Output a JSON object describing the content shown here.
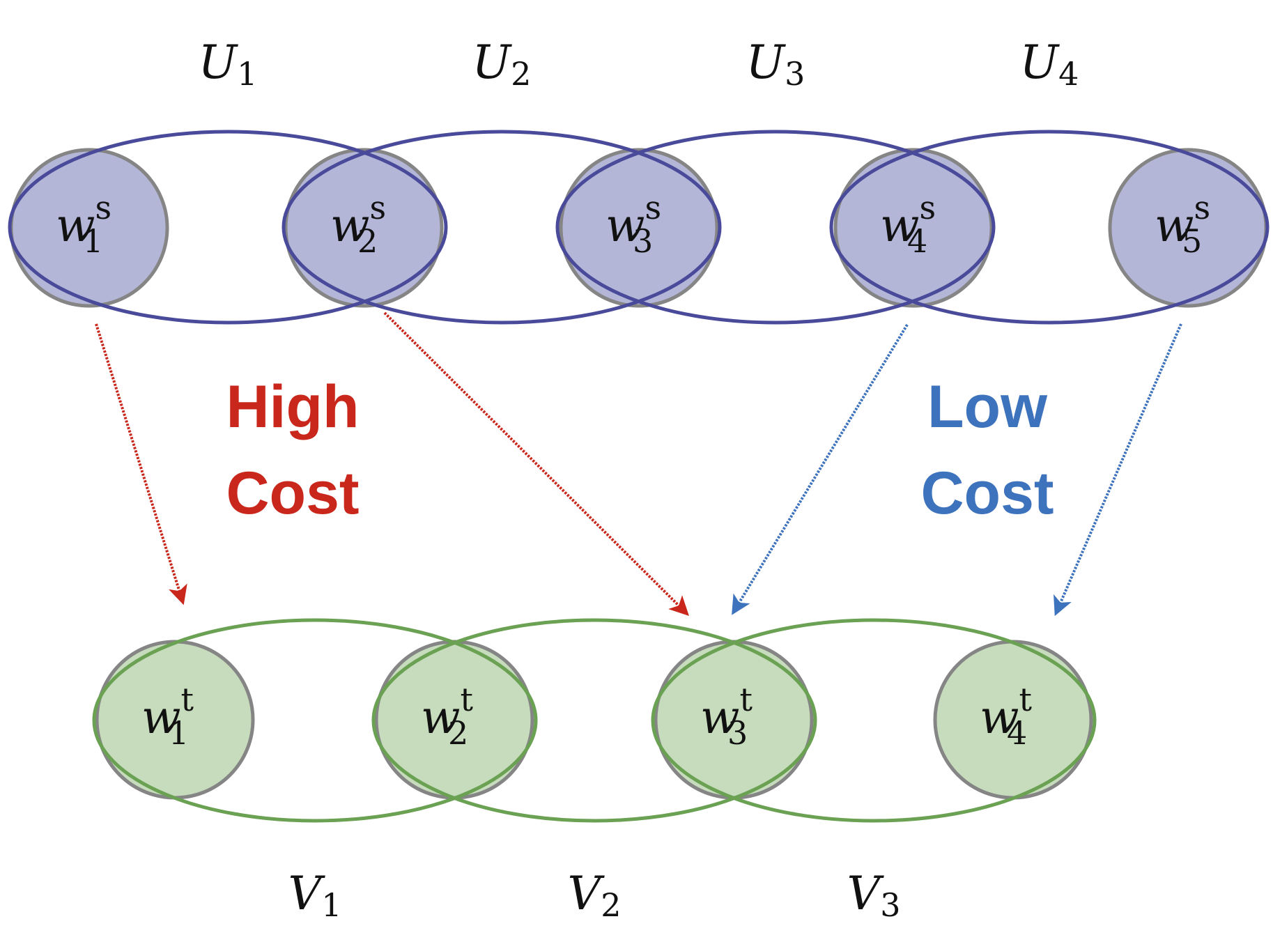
{
  "colors": {
    "source_fill": "#b4b6d8",
    "source_ring": "#4a4a9b",
    "target_fill": "#c6dcbc",
    "target_ring": "#6aa153",
    "node_border": "#858585",
    "high_cost": "#c9271b",
    "low_cost": "#3d72bc"
  },
  "source_groups": [
    {
      "base": "U",
      "sub": "1"
    },
    {
      "base": "U",
      "sub": "2"
    },
    {
      "base": "U",
      "sub": "3"
    },
    {
      "base": "U",
      "sub": "4"
    }
  ],
  "source_words": [
    {
      "base": "w",
      "sup": "s",
      "sub": "1"
    },
    {
      "base": "w",
      "sup": "s",
      "sub": "2"
    },
    {
      "base": "w",
      "sup": "s",
      "sub": "3"
    },
    {
      "base": "w",
      "sup": "s",
      "sub": "4"
    },
    {
      "base": "w",
      "sup": "s",
      "sub": "5"
    }
  ],
  "target_words": [
    {
      "base": "w",
      "sup": "t",
      "sub": "1"
    },
    {
      "base": "w",
      "sup": "t",
      "sub": "2"
    },
    {
      "base": "w",
      "sup": "t",
      "sub": "3"
    },
    {
      "base": "w",
      "sup": "t",
      "sub": "4"
    }
  ],
  "target_groups": [
    {
      "base": "V",
      "sub": "1"
    },
    {
      "base": "V",
      "sub": "2"
    },
    {
      "base": "V",
      "sub": "3"
    }
  ],
  "high_cost": {
    "line1": "High",
    "line2": "Cost"
  },
  "low_cost": {
    "line1": "Low",
    "line2": "Cost"
  }
}
